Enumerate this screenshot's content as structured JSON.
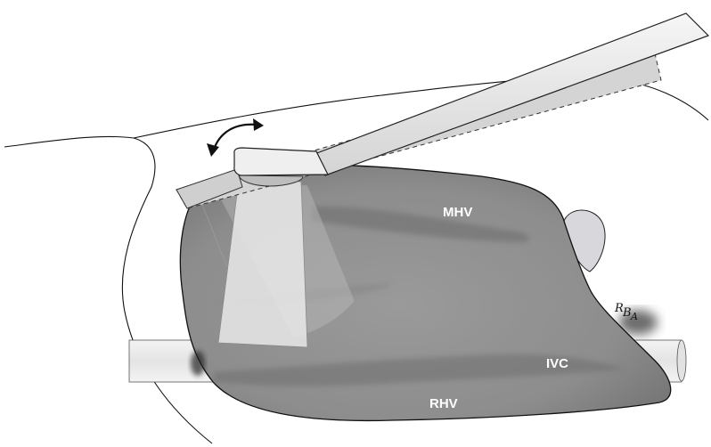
{
  "labels": {
    "mhv": "MHV",
    "ivc": "IVC",
    "rhv": "RHV",
    "rba_main": "R",
    "rba_sub1": "B",
    "rba_sub2": "A"
  },
  "colors": {
    "liver": "#8f8f8f",
    "liver_dark": "#6f6f6f",
    "probe": "#ececec",
    "ivc_tube": "#e9e9e9",
    "outline": "#111111"
  },
  "icons": {
    "rotation": "double-headed-curved-arrow-icon"
  }
}
